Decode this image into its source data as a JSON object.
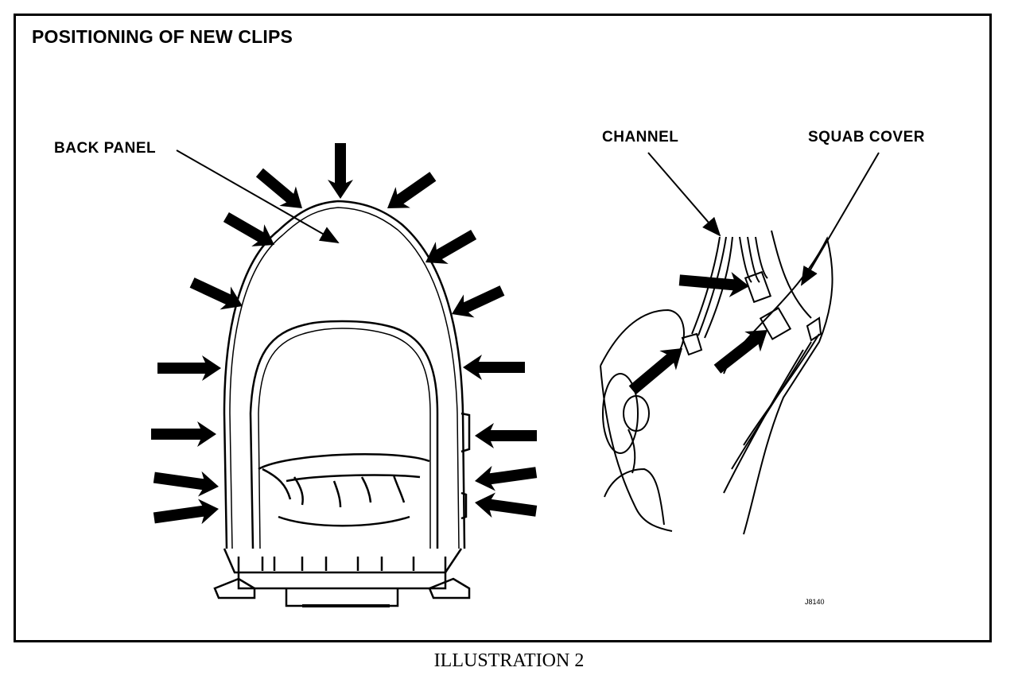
{
  "title": "POSITIONING OF NEW CLIPS",
  "labels": {
    "back_panel": "BACK PANEL",
    "channel": "CHANNEL",
    "squab_cover": "SQUAB COVER"
  },
  "drawing_code": "J8140",
  "caption": "ILLUSTRATION 2",
  "colors": {
    "ink": "#000000",
    "paper": "#ffffff"
  }
}
